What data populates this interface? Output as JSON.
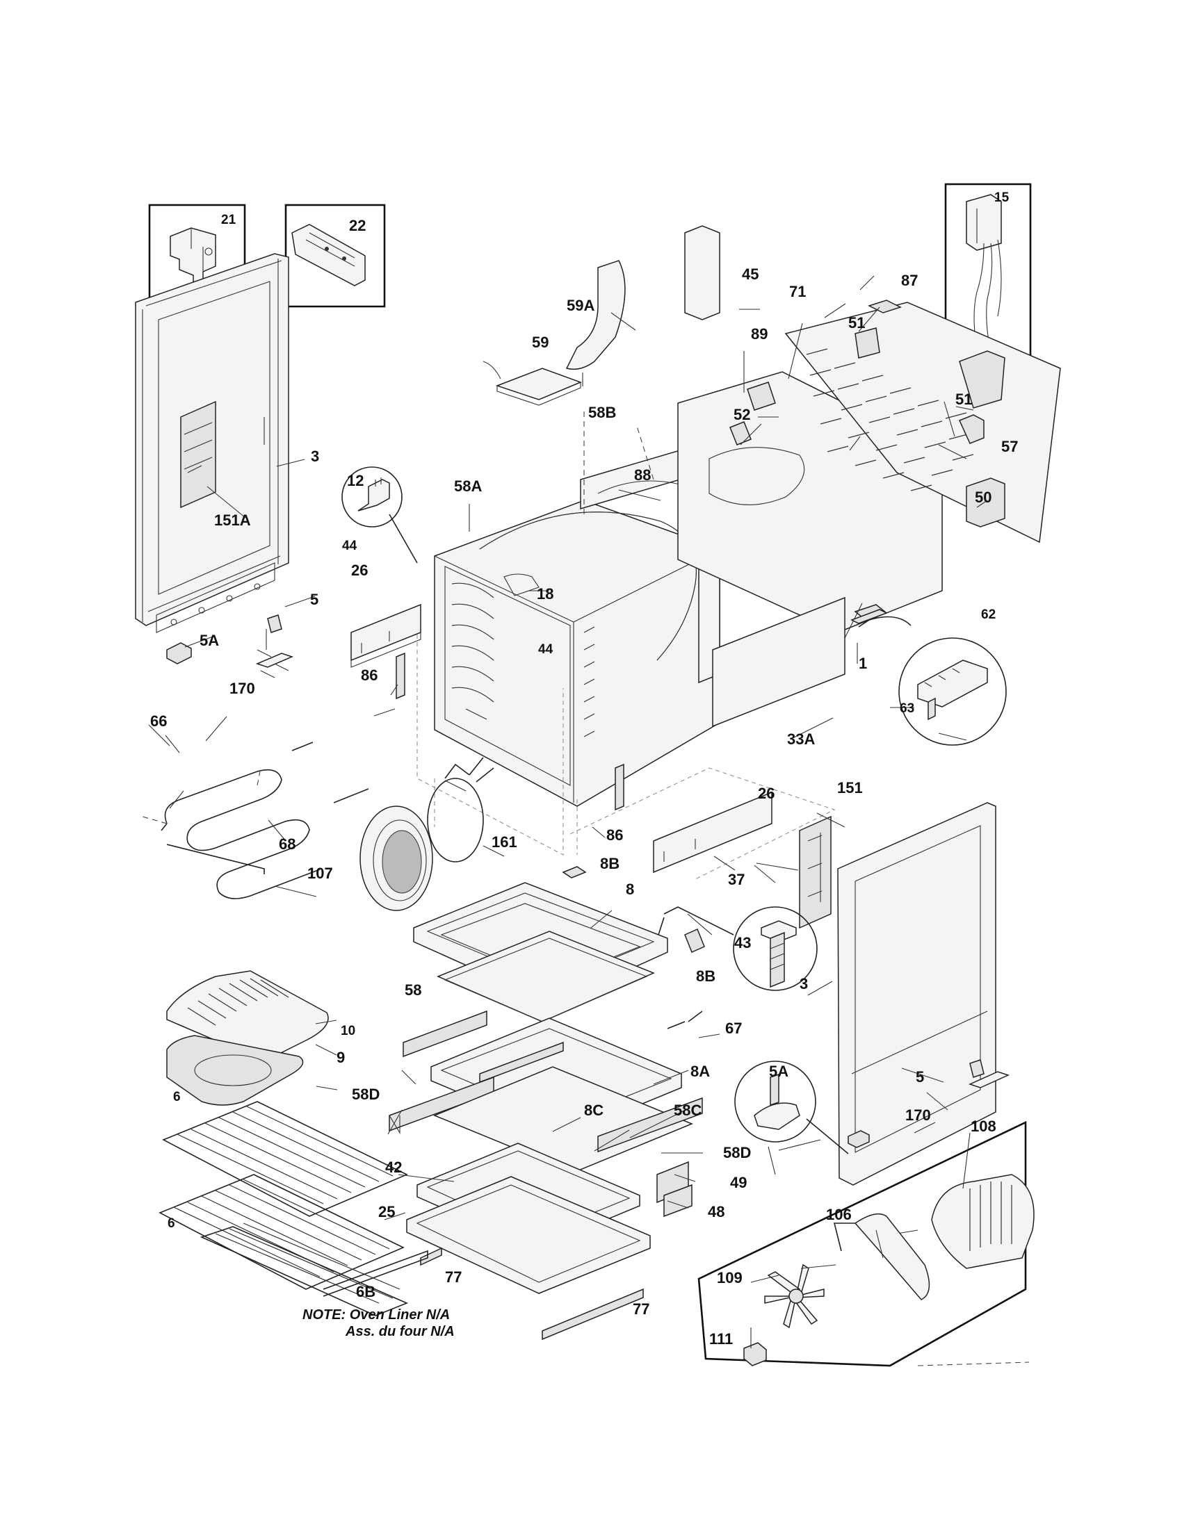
{
  "diagram": {
    "labels": {
      "p21": "21",
      "p22": "22",
      "p15": "15",
      "p45": "45",
      "p59A": "59A",
      "p59": "59",
      "p87": "87",
      "p71": "71",
      "p89": "89",
      "p51a": "51",
      "p51b": "51",
      "p52": "52",
      "p57": "57",
      "p58B": "58B",
      "p88": "88",
      "p3a": "3",
      "p12": "12",
      "p58A": "58A",
      "p151A": "151A",
      "p44a": "44",
      "p18": "18",
      "p50": "50",
      "p26a": "26",
      "p5a": "5",
      "p62": "62",
      "p5Aa": "5A",
      "p44b": "44",
      "p1": "1",
      "p63": "63",
      "p86a": "86",
      "p170a": "170",
      "p66": "66",
      "p33A": "33A",
      "p151": "151",
      "p26b": "26",
      "p161": "161",
      "p86b": "86",
      "p68": "68",
      "p107": "107",
      "p8Ba": "8B",
      "p37": "37",
      "p8": "8",
      "p43": "43",
      "p8Bb": "8B",
      "p3b": "3",
      "p58": "58",
      "p10": "10",
      "p67": "67",
      "p9": "9",
      "p8A": "8A",
      "p5Ab": "5A",
      "p5b": "5",
      "p6a": "6",
      "p58D_a": "58D",
      "p8C": "8C",
      "p58C": "58C",
      "p170b": "170",
      "p108": "108",
      "p58D_b": "58D",
      "p42": "42",
      "p49": "49",
      "p25": "25",
      "p48": "48",
      "p106": "106",
      "p6b": "6",
      "p77a": "77",
      "p109": "109",
      "p6B": "6B",
      "p77b": "77",
      "p111": "111"
    },
    "note_line1": "NOTE: Oven Liner N/A",
    "note_line2": "Ass. du four N/A"
  }
}
